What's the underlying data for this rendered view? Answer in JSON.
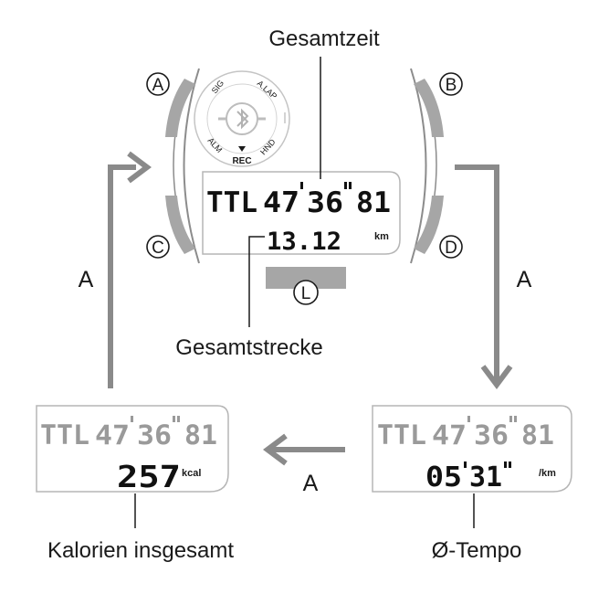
{
  "labels": {
    "total_time": "Gesamtzeit",
    "total_distance": "Gesamtstrecke",
    "total_calories": "Kalorien insgesamt",
    "avg_pace": "Ø-Tempo"
  },
  "buttons": {
    "a": "A",
    "b": "B",
    "c": "C",
    "d": "D",
    "l": "L"
  },
  "transition_label": "A",
  "bezel": {
    "sig": "SIG",
    "alap": "A.LAP",
    "alm": "ALM",
    "hnd": "HND",
    "rec": "REC"
  },
  "display": {
    "ttl": "TTL",
    "time_min": "47",
    "time_sec": "36",
    "time_hund": "81",
    "distance": "13.12",
    "distance_unit": "km",
    "calories": "257",
    "calories_unit": "kcal",
    "pace_min": "05",
    "pace_sec": "31",
    "pace_unit": "/km"
  },
  "colors": {
    "arrow": "#8a8a8a",
    "button": "#a6a6a6",
    "lcd_dim": "#9a9a9a",
    "text": "#1a1a1a"
  }
}
